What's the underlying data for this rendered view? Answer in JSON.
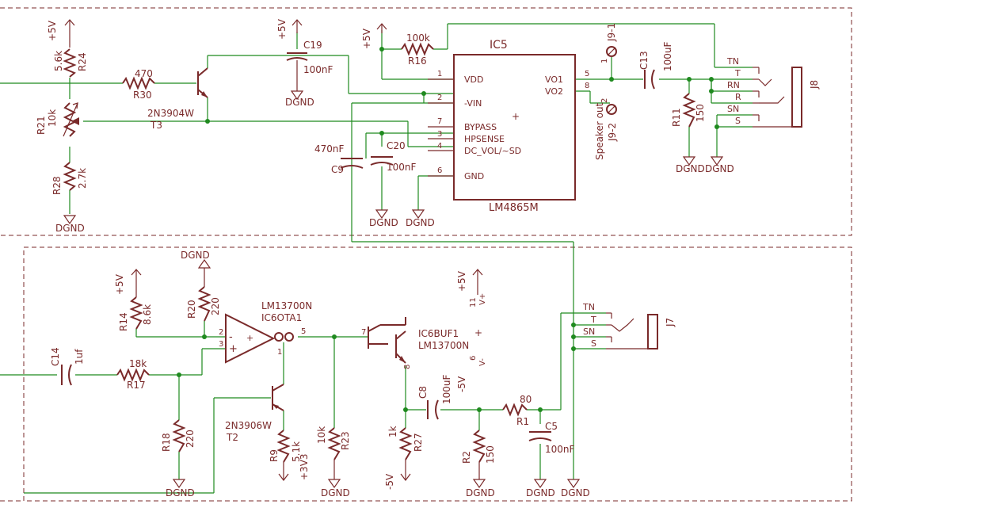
{
  "colors": {
    "wire": "#1f8a1f",
    "part": "#7a2a2a",
    "background": "#ffffff"
  },
  "supply": {
    "p5v": "+5V",
    "m5v": "-5V",
    "p3v3": "+3V3",
    "dgnd": "DGND"
  },
  "top": {
    "r24": {
      "name": "R24",
      "value": "5.6k"
    },
    "r21": {
      "name": "R21",
      "value": "10k"
    },
    "r28": {
      "name": "R28",
      "value": "2.7k"
    },
    "r30": {
      "name": "R30",
      "value": "470"
    },
    "t3": {
      "name": "T3",
      "part": "2N3904W"
    },
    "c19": {
      "name": "C19",
      "value": "100nF"
    },
    "r16": {
      "name": "R16",
      "value": "100k"
    },
    "c9": {
      "name": "C9",
      "value": "470nF"
    },
    "c20": {
      "name": "C20",
      "value": "100nF"
    },
    "ic5": {
      "name": "IC5",
      "part": "LM4865M",
      "pins_left": [
        {
          "num": "1",
          "label": "VDD"
        },
        {
          "num": "2",
          "label": "-VIN"
        },
        {
          "num": "7",
          "label": "BYPASS"
        },
        {
          "num": "3",
          "label": "HPSENSE"
        },
        {
          "num": "4",
          "label": "DC_VOL/~SD"
        },
        {
          "num": "6",
          "label": "GND"
        }
      ],
      "pins_right": [
        {
          "num": "5",
          "label": "VO1"
        },
        {
          "num": "8",
          "label": "VO2"
        }
      ]
    },
    "j9": {
      "pin1": "J9-1",
      "pin2": "J9-2",
      "pin1_num": "1",
      "pin2_num": "2",
      "label": "Speaker out"
    },
    "c13": {
      "name": "C13",
      "value": "100uF"
    },
    "r11": {
      "name": "R11",
      "value": "150"
    },
    "j8": {
      "name": "J8",
      "pins": [
        "TN",
        "T",
        "RN",
        "R",
        "SN",
        "S"
      ]
    }
  },
  "bottom": {
    "r14": {
      "name": "R14",
      "value": "8.6k"
    },
    "r20": {
      "name": "R20",
      "value": "220"
    },
    "c14": {
      "name": "C14",
      "value": "1uf"
    },
    "r17": {
      "name": "R17",
      "value": "18k"
    },
    "r18": {
      "name": "R18",
      "value": "220"
    },
    "ota": {
      "part": "LM13700N",
      "name": "IC6OTA1",
      "pin_a": "2",
      "pin_b": "3",
      "pin_c": "5",
      "pin_d": "1"
    },
    "t2": {
      "name": "T2",
      "part": "2N3906W"
    },
    "r9": {
      "name": "R9",
      "value": "5.1k"
    },
    "r23": {
      "name": "R23",
      "value": "10k"
    },
    "buf": {
      "name": "IC6BUF1",
      "part": "LM13700N",
      "pin_in": "7",
      "pin_out": "8"
    },
    "pwr": {
      "pin_pos": "11",
      "pin_neg": "6",
      "v_pos": "V+",
      "v_neg": "V-"
    },
    "r27": {
      "name": "R27",
      "value": "1k"
    },
    "c8": {
      "name": "C8",
      "value": "100uF"
    },
    "r1": {
      "name": "R1",
      "value": "80"
    },
    "c5": {
      "name": "C5",
      "value": "100nF"
    },
    "r2": {
      "name": "R2",
      "value": "150"
    },
    "j7": {
      "name": "J7",
      "pins": [
        "TN",
        "T",
        "SN",
        "S"
      ]
    }
  }
}
